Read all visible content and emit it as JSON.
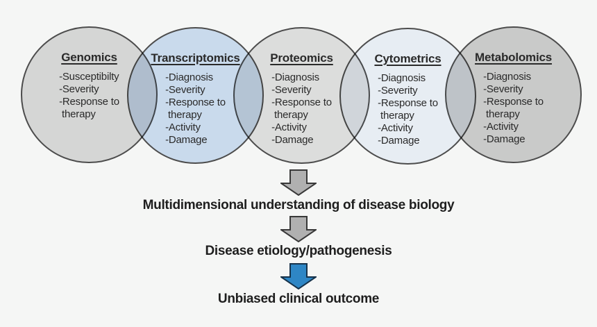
{
  "background": "#f5f6f5",
  "venn": {
    "circles": [
      {
        "title": "Genomics",
        "items": [
          "-Susceptibilty",
          "-Severity",
          "-Response to",
          " therapy"
        ],
        "fill": "#dedede"
      },
      {
        "title": "Transcriptomics",
        "items": [
          "-Diagnosis",
          "-Severity",
          "-Response to",
          " therapy",
          "-Activity",
          "-Damage"
        ],
        "fill": "#d2e2f6"
      },
      {
        "title": "Proteomics",
        "items": [
          "-Diagnosis",
          "-Severity",
          "-Response to",
          " therapy",
          "-Activity",
          "-Damage"
        ],
        "fill": "#e5e5e5"
      },
      {
        "title": "Cytometrics",
        "items": [
          "-Diagnosis",
          "-Severity",
          "-Response to",
          " therapy",
          "-Activity",
          "-Damage"
        ],
        "fill": "#f1f6fd"
      },
      {
        "title": "Metabolomics",
        "items": [
          "-Diagnosis",
          "-Severity",
          "-Response to",
          " therapy",
          "-Activity",
          "-Damage"
        ],
        "fill": "#d2d2d2"
      }
    ]
  },
  "flow": {
    "arrow_gray_color": "#b0b0b0",
    "arrow_blue_color": "#2e86c5",
    "step1": "Multidimensional understanding of disease biology",
    "step2": "Disease etiology/pathogenesis",
    "step3": "Unbiased clinical outcome"
  }
}
